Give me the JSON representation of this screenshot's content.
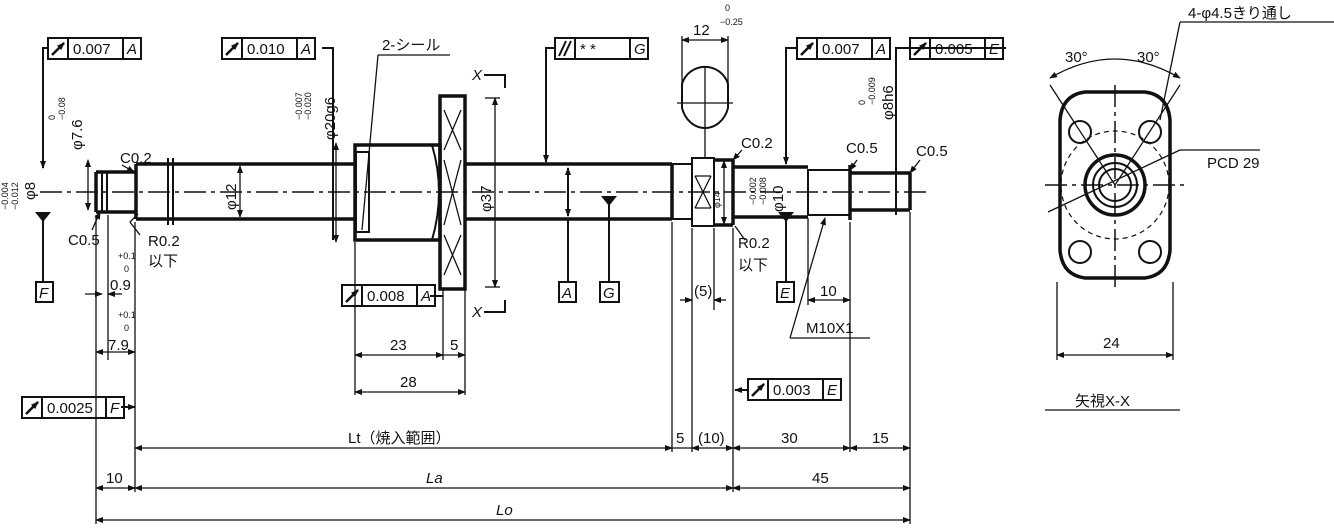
{
  "fcf": [
    {
      "tol": "0.007",
      "datum": "A"
    },
    {
      "tol": "0.010",
      "datum": "A"
    },
    {
      "tol": "*   *",
      "datum": "G"
    },
    {
      "tol": "0.007",
      "datum": "A"
    },
    {
      "tol": "0.005",
      "datum": "E"
    },
    {
      "tol": "0.008",
      "datum": "A"
    },
    {
      "tol": "0.0025",
      "datum": "F"
    },
    {
      "tol": "0.003",
      "datum": "E"
    }
  ],
  "datums": {
    "F": "F",
    "A": "A",
    "G": "G",
    "E": "E"
  },
  "labels": {
    "seal": "2-シール",
    "c02": "C0.2",
    "c05": "C0.5",
    "r02": "R0.2",
    "ika": "以下",
    "phi12": "φ12",
    "phi37": "φ37",
    "phi14": "φ14",
    "phi8": "φ8",
    "phi76": "φ7.6",
    "phi20g6": "φ20g6",
    "phi10": "φ10",
    "phi8h6": "φ8h6",
    "tol_phi8_u": "−0.004",
    "tol_phi8_l": "−0.012",
    "tol_phi76_u": "0",
    "tol_phi76_l": "−0.08",
    "tol_phi20_u": "−0.007",
    "tol_phi20_l": "−0.020",
    "tol_phi10_u": "−0.002",
    "tol_phi10_l": "−0.008",
    "tol_phi8h6_u": "0",
    "tol_phi8h6_l": "−0.009",
    "flat": "12",
    "flat_u": "0",
    "flat_l": "−0.25",
    "x": "X",
    "d09": "0.9",
    "d79": "7.9",
    "plus01": "+0.1",
    "zero": "0",
    "d23": "23",
    "d5": "5",
    "d28": "28",
    "d5p": "(5)",
    "d10": "10",
    "m10": "M10X1",
    "lt": "Lt（焼入範囲）",
    "d10p": "(10)",
    "d30": "30",
    "d15": "15",
    "la": "La",
    "d45": "45",
    "lo": "Lo"
  },
  "end_view": {
    "holes": "4-φ4.5きり通し",
    "angle": "30°",
    "pcd": "PCD 29",
    "width": "24",
    "caption": "矢視X-X"
  }
}
